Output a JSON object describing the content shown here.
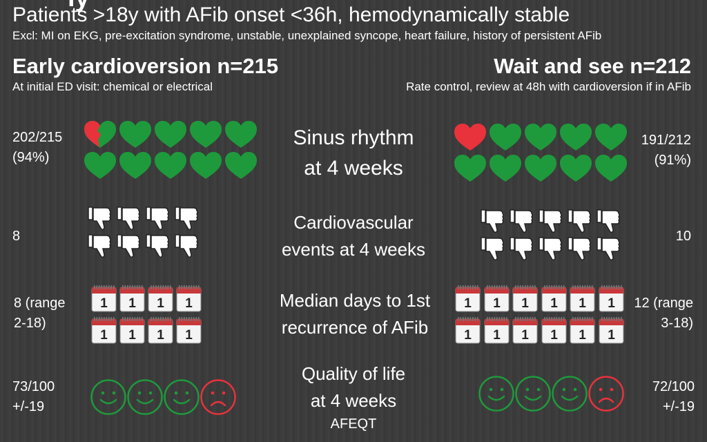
{
  "header": {
    "title_fragment": "ly",
    "population": "Patients >18y with AFib onset <36h, hemodynamically stable",
    "exclusions": "Excl: MI on EKG, pre-excitation syndrome, unstable, unexplained syncope, heart failure, history of persistent AFib"
  },
  "arms": {
    "left": {
      "title": "Early cardioversion n=215",
      "subtitle": "At initial ED visit: chemical or electrical"
    },
    "right": {
      "title": "Wait and see n=212",
      "subtitle": "Rate control, review at 48h with cardioversion if in AFib"
    }
  },
  "outcomes": {
    "sinus": {
      "label_line1": "Sinus rhythm",
      "label_line2": "at 4 weeks",
      "left_value_line1": "202/215",
      "left_value_line2": "(94%)",
      "right_value_line1": "191/212",
      "right_value_line2": "(91%)"
    },
    "cv_events": {
      "label_line1": "Cardiovascular",
      "label_line2": "events at 4 weeks",
      "left_value": "8",
      "right_value": "10"
    },
    "recurrence": {
      "label_line1": "Median days to 1st",
      "label_line2": "recurrence of AFib",
      "left_value_line1": "8 (range",
      "left_value_line2": "2-18)",
      "right_value_line1": "12 (range",
      "right_value_line2": "3-18)",
      "calendar_day": "1"
    },
    "qol": {
      "label_line1": "Quality of life",
      "label_line2": "at 4 weeks",
      "label_line3": "AFEQT",
      "left_value_line1": "73/100",
      "left_value_line2": "+/-19",
      "right_value_line1": "72/100",
      "right_value_line2": "+/-19"
    }
  },
  "colors": {
    "green": "#1e9a3c",
    "red": "#e8323c",
    "white": "#ffffff",
    "calendar_red": "#c8383a"
  },
  "icons": {
    "heart": "heart-icon",
    "thumb": "thumbs-down-icon",
    "calendar": "calendar-icon",
    "face": "face-icon"
  }
}
